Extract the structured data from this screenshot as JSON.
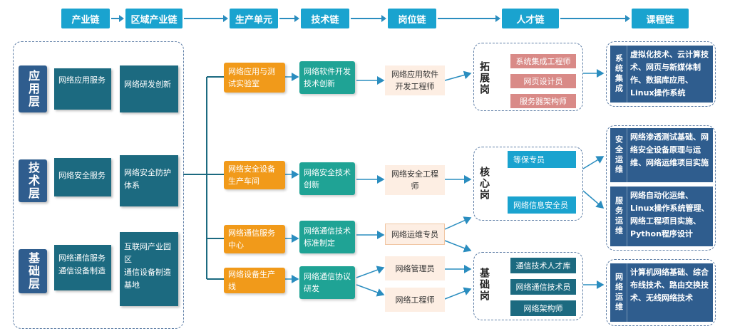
{
  "headers": [
    "产业链",
    "区域产业链",
    "生产单元",
    "技术链",
    "岗位链",
    "人才链",
    "课程链"
  ],
  "layers": [
    {
      "name": "应用层",
      "industry": "网络应用服务",
      "regional": "网络研发创新"
    },
    {
      "name": "技术层",
      "industry": "网络安全服务",
      "regional": "网络安全防护体系"
    },
    {
      "name": "基础层",
      "industry": "网络通信服务\n通信设备制造",
      "regional": "互联网产业园区\n通信设备制造基地"
    }
  ],
  "units": [
    "网络应用与测试实验室",
    "网络安全设备生产车间",
    "网络通信服务中心",
    "网络设备生产线"
  ],
  "tech": [
    "网络软件开发技术创新",
    "网络安全技术创新",
    "网络通信技术标准制定",
    "网络通信协议研发"
  ],
  "posts": [
    "网络应用软件开发工程师",
    "网络安全工程师",
    "网络运维专员",
    "网络管理员",
    "网络工程师"
  ],
  "talent": {
    "expand": {
      "label": "拓展岗",
      "items": [
        "系统集成工程师",
        "网页设计员",
        "服务器架构师"
      ]
    },
    "core": {
      "label": "核心岗",
      "items": [
        "等保专员",
        "网络信息安全员"
      ]
    },
    "base": {
      "label": "基础岗",
      "items": [
        "通信技术人才库",
        "网络通信技术员",
        "网络架构师"
      ]
    }
  },
  "courses": [
    {
      "side": "系统集成",
      "text": "虚拟化技术、云计算技术、网页与新媒体制作、数据库应用、Linux操作系统"
    },
    {
      "side": "安全运维",
      "text": "网络渗透测试基础、网络安全设备原理与运维、网络运维项目实施"
    },
    {
      "side": "服务运维",
      "text": "网络自动化运维、Linux操作系统管理、网络工程项目实施、Python程序设计"
    },
    {
      "side": "网络运维",
      "text": "计算机网络基础、综合布线技术、路由交换技术、无线网络技术"
    }
  ]
}
